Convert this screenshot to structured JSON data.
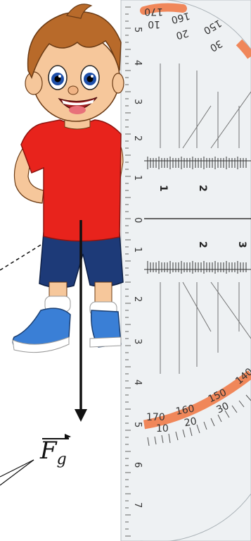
{
  "force_label": {
    "symbol": "F",
    "subscript": "g"
  },
  "ruler": {
    "outer_scale_top": [
      "170",
      "160",
      "150"
    ],
    "inner_scale_top": [
      "10",
      "20",
      "30"
    ],
    "outer_scale_bottom": [
      "170",
      "160",
      "150",
      "140"
    ],
    "inner_scale_bottom": [
      "10",
      "20",
      "30"
    ],
    "cm_marks_left": [
      "5",
      "4",
      "3",
      "2",
      "1",
      "0",
      "1",
      "2",
      "3",
      "4",
      "5",
      "6",
      "7"
    ],
    "cm_marks_right": [
      "1",
      "2",
      "2",
      "3"
    ]
  },
  "colors": {
    "shirt": "#e8231c",
    "shorts": "#1d3a78",
    "hair": "#b86a2a",
    "skin": "#f6c79b",
    "shoes": "#3a7fd6",
    "ruler_orange": "#f0875a",
    "ruler_body": "#eef1f3"
  }
}
